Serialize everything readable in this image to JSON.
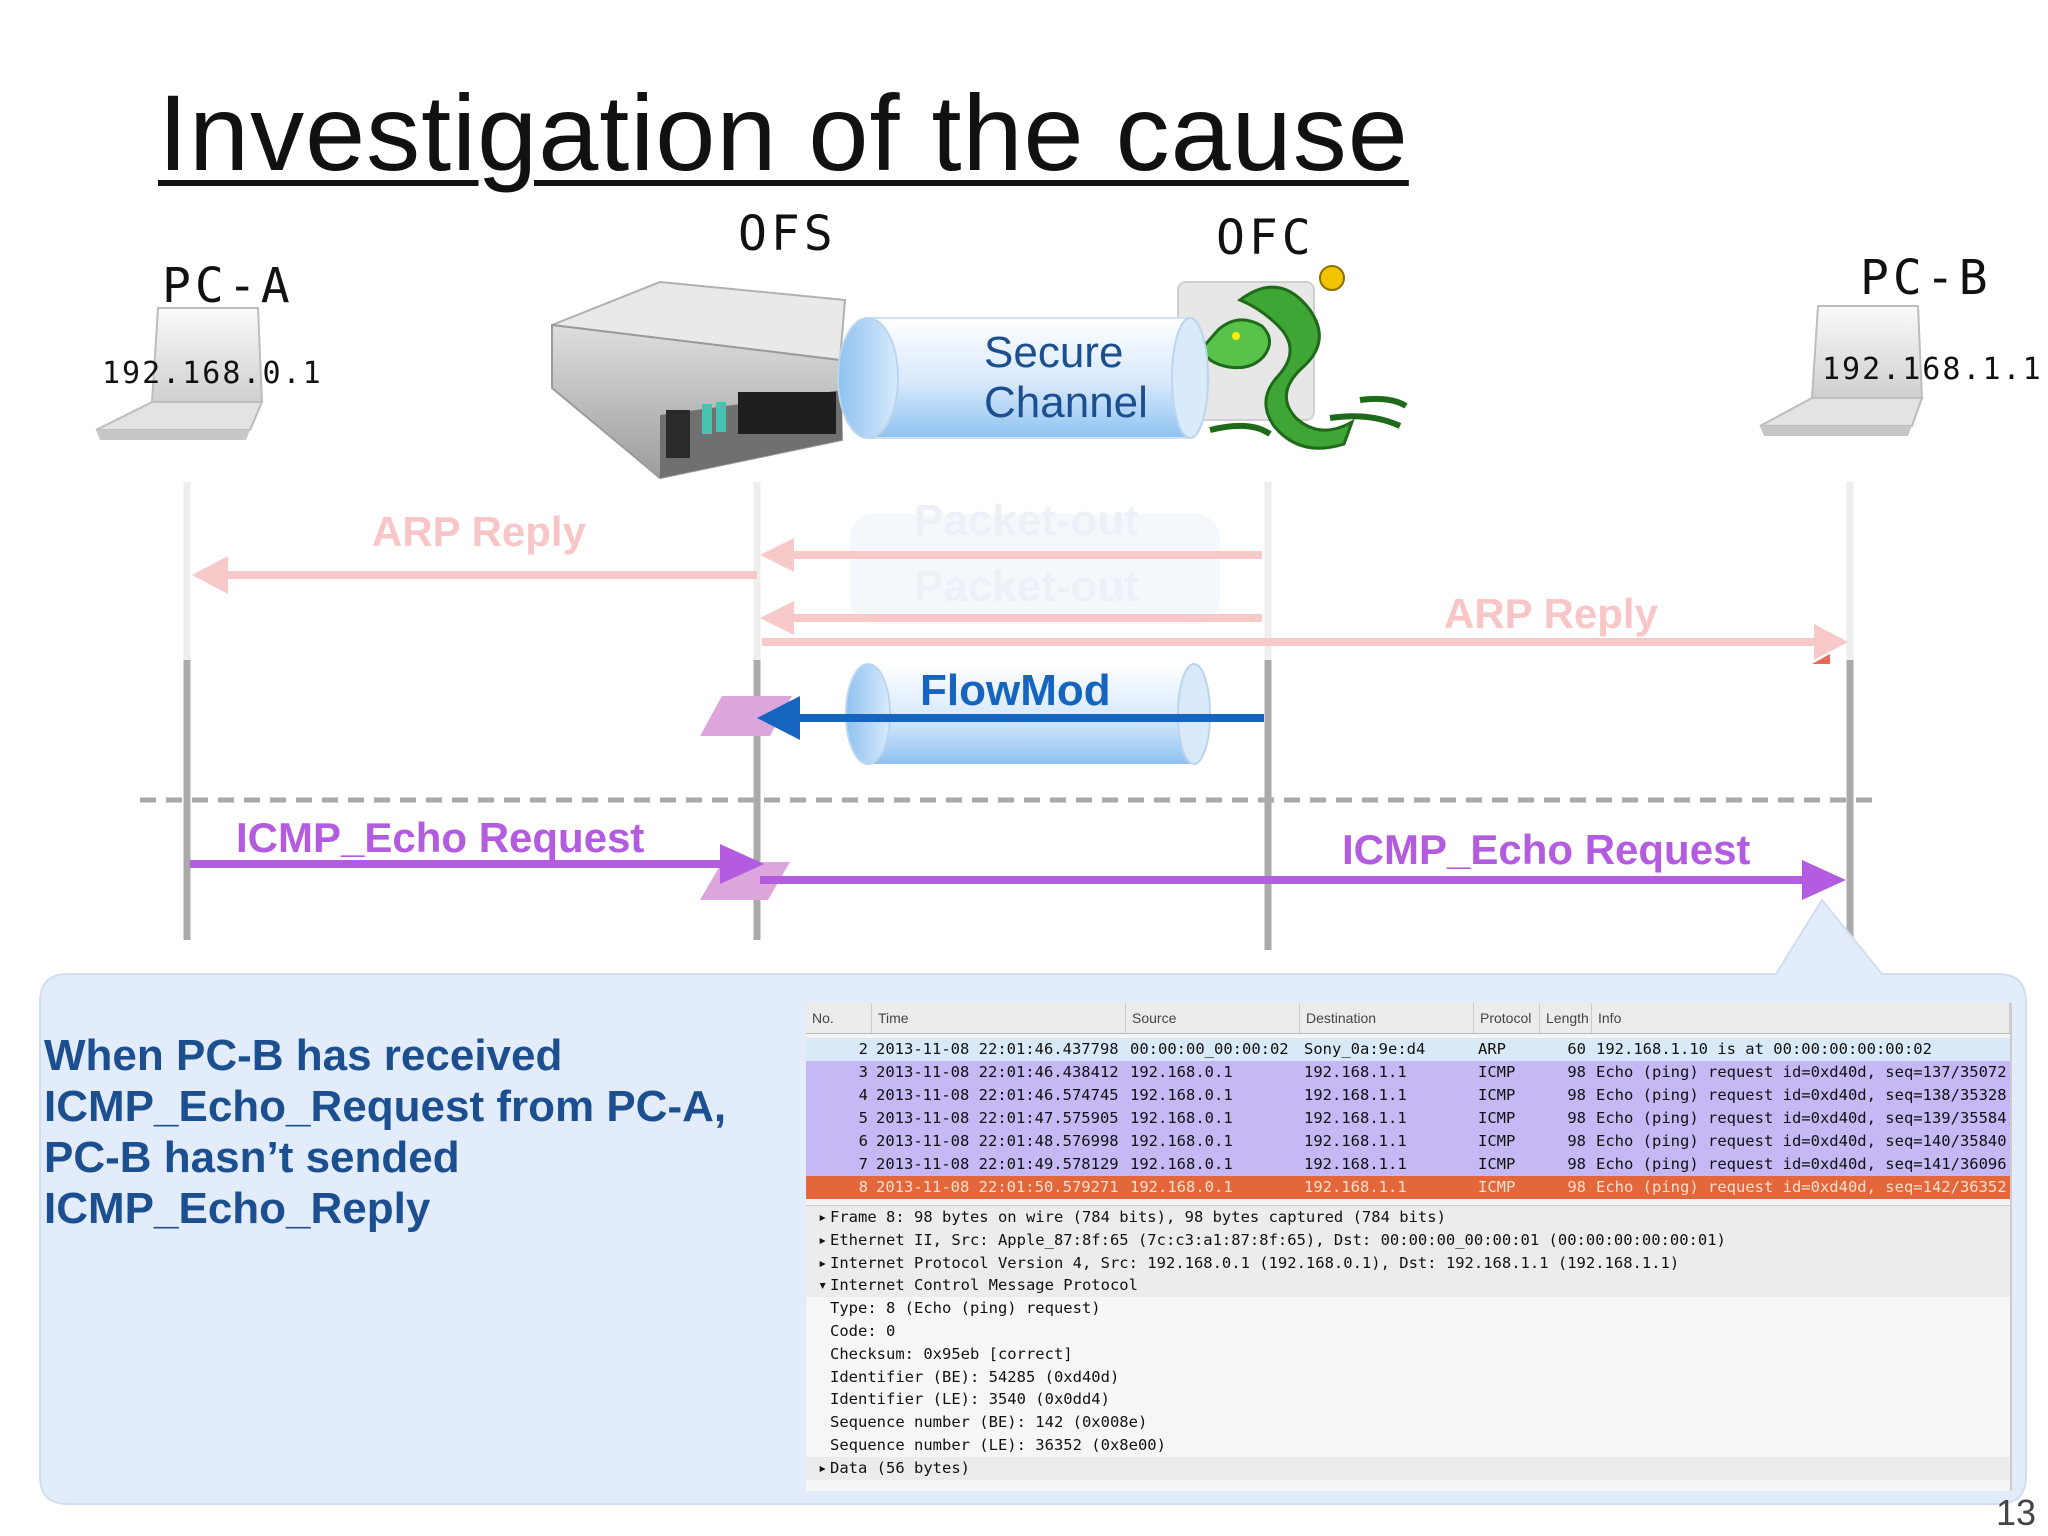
{
  "title": "Investigation of the cause",
  "page_number": "13",
  "nodes": {
    "pc_a": {
      "name": "PC-A",
      "ip": "192.168.0.1"
    },
    "ofs": {
      "name": "OFS"
    },
    "ofc": {
      "name": "OFC"
    },
    "pc_b": {
      "name": "PC-B",
      "ip": "192.168.1.1"
    }
  },
  "secure_channel": {
    "line1": "Secure",
    "line2": "Channel"
  },
  "faded_messages": {
    "arp_reply_left": "ARP Reply",
    "packet_out_1": "Packet-out",
    "packet_out_2": "Packet-out",
    "arp_reply_right": "ARP Reply"
  },
  "flowmod": "FlowMod",
  "icmp_left": "ICMP_Echo Request",
  "icmp_right": "ICMP_Echo Request",
  "callout": {
    "lines": [
      "When PC-B has received",
      "ICMP_Echo_Request from  PC-A,",
      "PC-B hasn’t sended",
      "ICMP_Echo_Reply"
    ]
  },
  "colors": {
    "title": "#111111",
    "callout_bg": "#e2ecfb",
    "callout_text": "#1b4f8f",
    "flowmod": "#1565c0",
    "icmp": "#b35ce0",
    "faded_red": "#f7c4c4",
    "selected_row": "#e3673b",
    "icmp_row": "#c6b8f4",
    "arp_row": "#d9e9f8"
  },
  "wireshark": {
    "columns": [
      "No.",
      "Time",
      "Source",
      "Destination",
      "Protocol",
      "Length",
      "Info"
    ],
    "rows": [
      {
        "no": "2",
        "time": "2013-11-08 22:01:46.437798",
        "src": "00:00:00_00:00:02",
        "dst": "Sony_0a:9e:d4",
        "proto": "ARP",
        "len": "60",
        "info": "192.168.1.10 is at 00:00:00:00:00:02",
        "kind": "arp"
      },
      {
        "no": "3",
        "time": "2013-11-08 22:01:46.438412",
        "src": "192.168.0.1",
        "dst": "192.168.1.1",
        "proto": "ICMP",
        "len": "98",
        "info": "Echo (ping) request  id=0xd40d, seq=137/35072,",
        "kind": "icmp"
      },
      {
        "no": "4",
        "time": "2013-11-08 22:01:46.574745",
        "src": "192.168.0.1",
        "dst": "192.168.1.1",
        "proto": "ICMP",
        "len": "98",
        "info": "Echo (ping) request  id=0xd40d, seq=138/35328,",
        "kind": "icmp"
      },
      {
        "no": "5",
        "time": "2013-11-08 22:01:47.575905",
        "src": "192.168.0.1",
        "dst": "192.168.1.1",
        "proto": "ICMP",
        "len": "98",
        "info": "Echo (ping) request  id=0xd40d, seq=139/35584,",
        "kind": "icmp"
      },
      {
        "no": "6",
        "time": "2013-11-08 22:01:48.576998",
        "src": "192.168.0.1",
        "dst": "192.168.1.1",
        "proto": "ICMP",
        "len": "98",
        "info": "Echo (ping) request  id=0xd40d, seq=140/35840,",
        "kind": "icmp"
      },
      {
        "no": "7",
        "time": "2013-11-08 22:01:49.578129",
        "src": "192.168.0.1",
        "dst": "192.168.1.1",
        "proto": "ICMP",
        "len": "98",
        "info": "Echo (ping) request  id=0xd40d, seq=141/36096,",
        "kind": "icmp"
      },
      {
        "no": "8",
        "time": "2013-11-08 22:01:50.579271",
        "src": "192.168.0.1",
        "dst": "192.168.1.1",
        "proto": "ICMP",
        "len": "98",
        "info": "Echo (ping) request  id=0xd40d, seq=142/36352,",
        "kind": "selected"
      }
    ],
    "details": [
      {
        "text": "Frame 8: 98 bytes on wire (784 bits), 98 bytes captured (784 bits)",
        "level": "top",
        "open": false
      },
      {
        "text": "Ethernet II, Src: Apple_87:8f:65 (7c:c3:a1:87:8f:65), Dst: 00:00:00_00:00:01 (00:00:00:00:00:01)",
        "level": "top",
        "open": false
      },
      {
        "text": "Internet Protocol Version 4, Src: 192.168.0.1 (192.168.0.1), Dst: 192.168.1.1 (192.168.1.1)",
        "level": "top",
        "open": false
      },
      {
        "text": "Internet Control Message Protocol",
        "level": "top",
        "open": true
      },
      {
        "text": "Type: 8 (Echo (ping) request)",
        "level": "sub"
      },
      {
        "text": "Code: 0",
        "level": "sub"
      },
      {
        "text": "Checksum: 0x95eb [correct]",
        "level": "sub"
      },
      {
        "text": "Identifier (BE): 54285 (0xd40d)",
        "level": "sub"
      },
      {
        "text": "Identifier (LE): 3540 (0x0dd4)",
        "level": "sub"
      },
      {
        "text": "Sequence number (BE): 142 (0x008e)",
        "level": "sub"
      },
      {
        "text": "Sequence number (LE): 36352 (0x8e00)",
        "level": "sub"
      },
      {
        "text": "Data (56 bytes)",
        "level": "top",
        "open": false
      }
    ]
  }
}
